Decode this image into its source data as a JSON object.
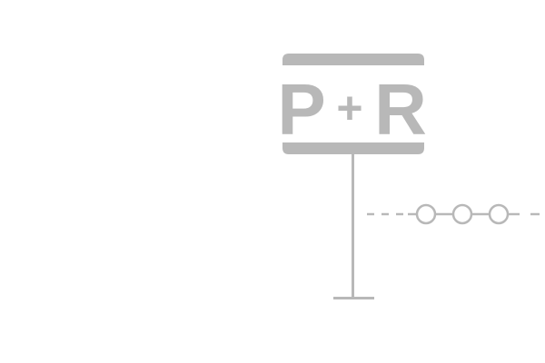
{
  "sign": {
    "letter_left": "P",
    "symbol": "+",
    "letter_right": "R"
  },
  "colors": {
    "icon_gray": "#b8b8b8",
    "background": "#ffffff"
  },
  "icons": {
    "sign": "park-and-ride-sign-icon",
    "pole": "sign-pole",
    "track": "transit-line-icon",
    "stops": "transit-stop-icon"
  }
}
